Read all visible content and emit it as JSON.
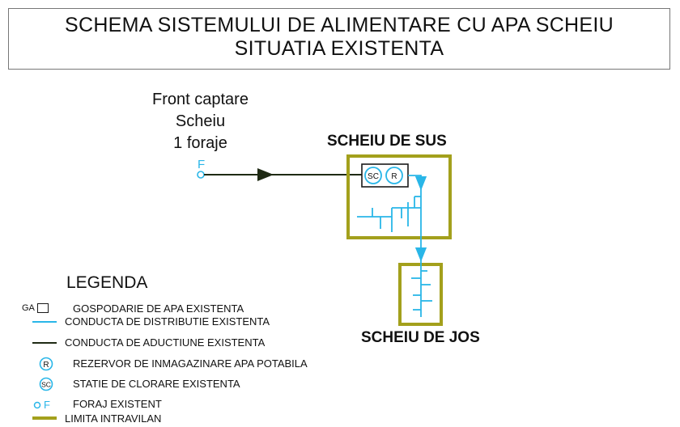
{
  "title": {
    "line1": "SCHEMA SISTEMULUI DE ALIMENTARE CU APA SCHEIU",
    "line2": "SITUATIA EXISTENTA"
  },
  "source": {
    "line1": "Front captare",
    "line2": "Scheiu",
    "line3": "1 foraje",
    "well_mark": "F"
  },
  "villages": {
    "upper": "SCHEIU DE SUS",
    "lower": "SCHEIU DE JOS"
  },
  "facility_marks": {
    "chlorination": "SC",
    "reservoir": "R"
  },
  "legend": {
    "title": "LEGENDA",
    "items": [
      {
        "symbol": "GA",
        "text": "GOSPODARIE DE APA EXISTENTA"
      },
      {
        "symbol": "",
        "text": "CONDUCTA DE DISTRIBUTIE EXISTENTA"
      },
      {
        "symbol": "",
        "text": "CONDUCTA DE ADUCTIUNE EXISTENTA"
      },
      {
        "symbol": "R",
        "text": "REZERVOR DE INMAGAZINARE APA POTABILA"
      },
      {
        "symbol": "SC",
        "text": "STATIE DE CLORARE EXISTENTA"
      },
      {
        "symbol": "F",
        "text": "FORAJ EXISTENT"
      },
      {
        "symbol": "",
        "text": "LIMITA INTRAVILAN"
      }
    ]
  },
  "colors": {
    "distribution": "#29b6e8",
    "adduction": "#1f2a14",
    "boundary": "#a3a01c",
    "text": "#111111"
  }
}
